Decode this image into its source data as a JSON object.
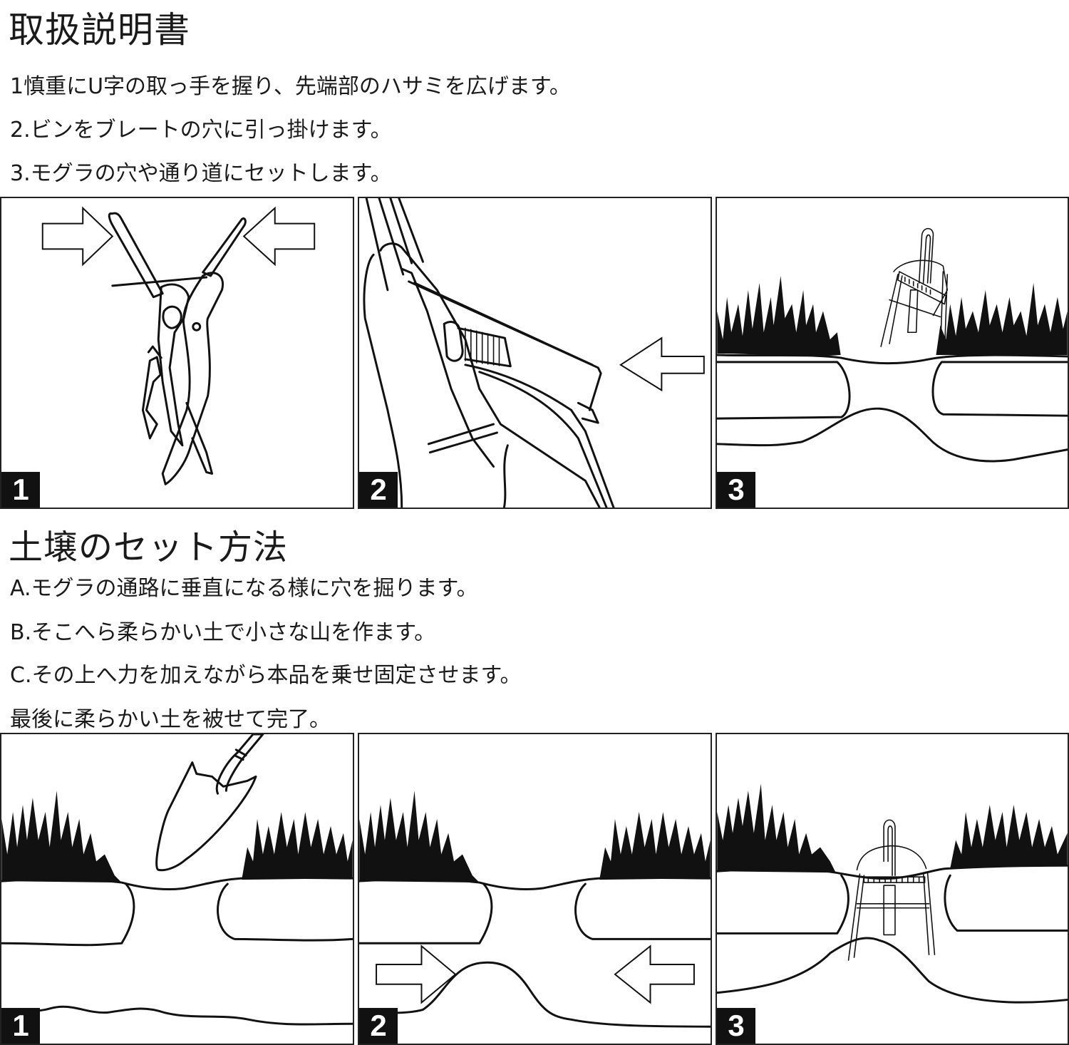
{
  "manual": {
    "title": "取扱説明書",
    "steps": [
      "1慎重にU字の取っ手を握り、先端部のハサミを広げます。",
      "2.ビンをブレートの穴に引っ掛けます。",
      "3.モグラの穴や通り道にセットします。"
    ],
    "panels": [
      {
        "number": "1",
        "illustration": "squeeze-trap-handles"
      },
      {
        "number": "2",
        "illustration": "hook-pin-into-plate"
      },
      {
        "number": "3",
        "illustration": "set-trap-in-tunnel"
      }
    ]
  },
  "soil_setup": {
    "title": "土壌のセット方法",
    "steps": [
      "A.モグラの通路に垂直になる様に穴を掘ります。",
      "B.そこへら柔らかい土で小さな山を作ます。",
      "C.その上へ力を加えながら本品を乗せ固定させます。",
      "最後に柔らかい土を被せて完了。"
    ],
    "panels": [
      {
        "number": "1",
        "illustration": "dig-hole-with-trowel"
      },
      {
        "number": "2",
        "illustration": "build-soil-mound"
      },
      {
        "number": "3",
        "illustration": "trap-fixed-over-mound"
      }
    ]
  }
}
